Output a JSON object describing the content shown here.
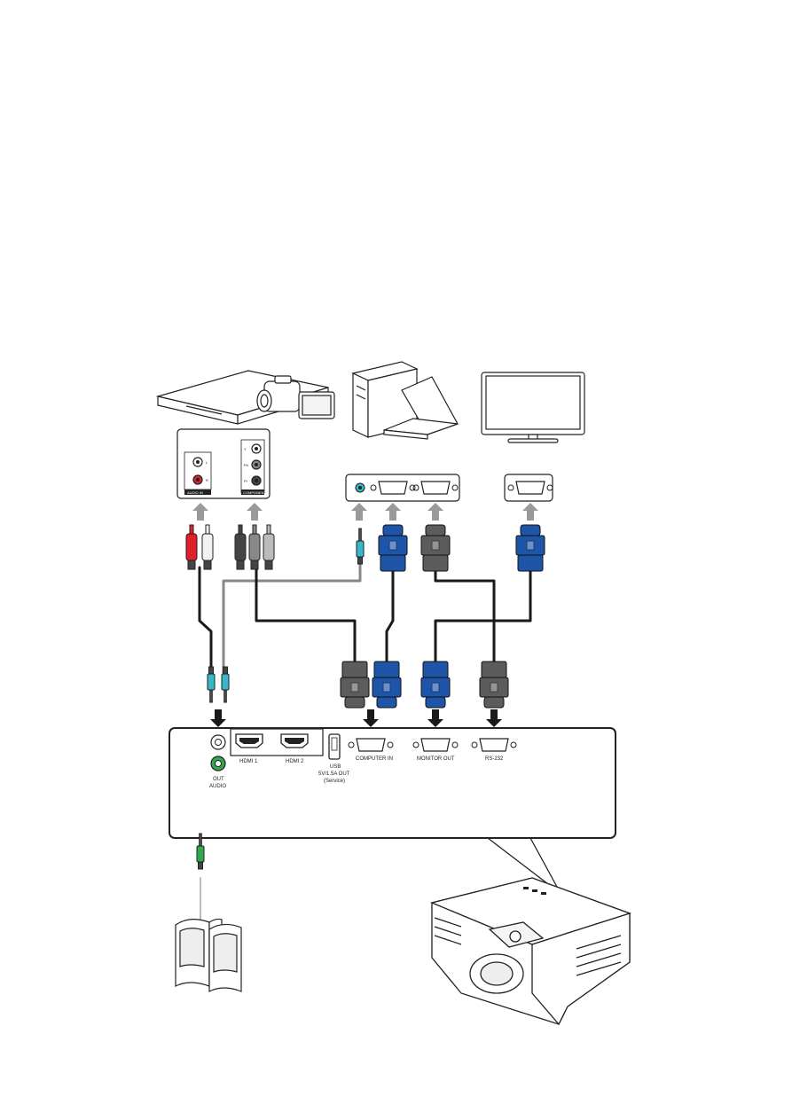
{
  "source_ports": {
    "audio_in": "AUDIO IN",
    "audio_l": "L",
    "audio_r": "R",
    "component": "COMPONENT",
    "component_y": "Y",
    "component_pb": "Pb",
    "component_pr": "Pr"
  },
  "projector_ports": {
    "hdmi1": "HDMI 1",
    "hdmi2": "HDMI 2",
    "usb_line1": "USB",
    "usb_line2": "5V/1.5A OUT",
    "usb_line3": "(Service)",
    "computer_in": "COMPUTER IN",
    "monitor_out": "MONITOR OUT",
    "rs232": "RS-232",
    "out_line1": "OUT",
    "out_line2": "AUDIO"
  },
  "colors": {
    "arrow_gray": "#9a9a9a",
    "arrow_black": "#1a1a1a",
    "vga_blue": "#1f55a8",
    "connector_gray": "#5c5c5c",
    "audio_red": "#e0202b",
    "audio_green": "#2fa84f",
    "audio_cyan": "#37b7c9"
  }
}
